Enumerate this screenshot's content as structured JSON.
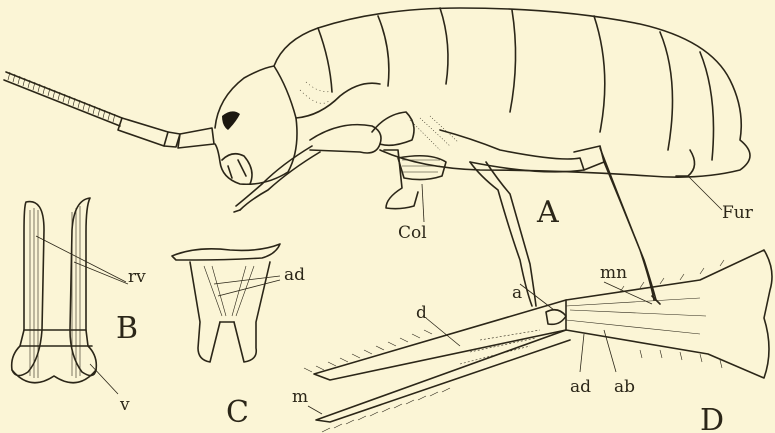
{
  "panels": {
    "A": "A",
    "B": "B",
    "C": "C",
    "D": "D"
  },
  "labels": {
    "fur": "Fur",
    "col": "Col",
    "rv": "rv",
    "v": "v",
    "ad_c": "ad",
    "mn": "mn",
    "a": "a",
    "d": "d",
    "m": "m",
    "ad_d": "ad",
    "ab": "ab"
  },
  "colors": {
    "paper": "#fbf5d6",
    "ink": "#2b2618"
  }
}
